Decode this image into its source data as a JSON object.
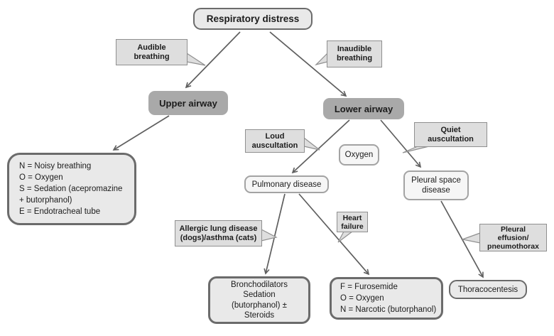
{
  "colors": {
    "terminal_fill": "#e9e9e9",
    "terminal_border": "#6b6b6b",
    "category_fill": "#a9a9a9",
    "decision_fill": "#f6f6f6",
    "decision_border": "#a3a3a3",
    "callout_fill": "#dedede",
    "callout_border": "#8f8f8f",
    "arrow": "#5f5f5f",
    "text": "#1c1c1c"
  },
  "nodes": {
    "root": {
      "label": "Respiratory distress"
    },
    "upper_airway": {
      "label": "Upper airway"
    },
    "lower_airway": {
      "label": "Lower airway"
    },
    "oxygen": {
      "label": "Oxygen"
    },
    "pulmonary_disease": {
      "label": "Pulmonary disease"
    },
    "pleural_space_disease": {
      "lines": [
        "Pleural space",
        "disease"
      ]
    },
    "nose_protocol": {
      "lines": [
        "N = Noisy breathing",
        "O = Oxygen",
        "S = Sedation (acepromazine",
        "+ butorphanol)",
        "E = Endotracheal tube"
      ]
    },
    "bronchodilators_protocol": {
      "lines": [
        "Bronchodilators",
        "Sedation",
        "(butorphanol) ±",
        "Steroids"
      ]
    },
    "fon_protocol": {
      "lines": [
        "F = Furosemide",
        "O = Oxygen",
        "N = Narcotic (butorphanol)"
      ]
    },
    "thoracocentesis": {
      "label": "Thoracocentesis"
    }
  },
  "callouts": {
    "audible_breathing": {
      "lines": [
        "Audible",
        "breathing"
      ]
    },
    "inaudible_breathing": {
      "lines": [
        "Inaudible",
        "breathing"
      ]
    },
    "loud_auscultation": {
      "lines": [
        "Loud",
        "auscultation"
      ]
    },
    "quiet_auscultation": {
      "lines": [
        "Quiet",
        "auscultation"
      ]
    },
    "allergic_lung_disease": {
      "lines": [
        "Allergic lung disease",
        "(dogs)/asthma (cats)"
      ]
    },
    "heart_failure": {
      "lines": [
        "Heart",
        "failure"
      ]
    },
    "pleural_effusion": {
      "lines": [
        "Pleural",
        "effusion/",
        "pneumothorax"
      ]
    }
  }
}
